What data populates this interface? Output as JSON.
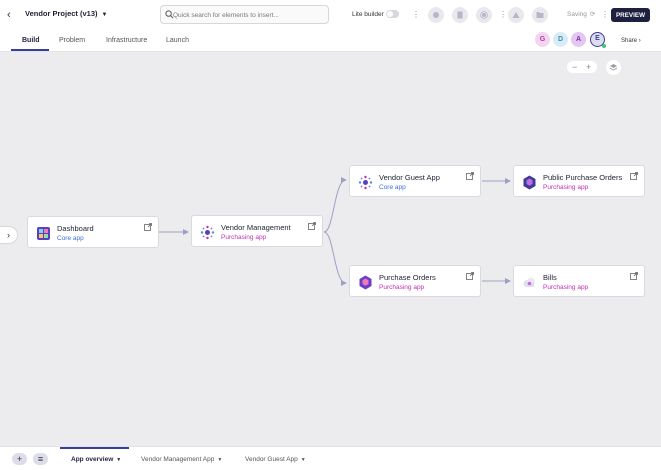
{
  "header": {
    "project_title": "Vendor Project (v13)",
    "search_placeholder": "Quick search for elements to insert...",
    "lite_builder_label": "Lite builder",
    "saving_label": "Saving",
    "preview_label": "PREVIEW"
  },
  "tabs": [
    {
      "label": "Build",
      "active": true
    },
    {
      "label": "Problem",
      "active": false
    },
    {
      "label": "Infrastructure",
      "active": false
    },
    {
      "label": "Launch",
      "active": false
    }
  ],
  "collaborators": [
    {
      "initial": "G",
      "color": "#f2d6ee",
      "text_color": "#b03aa3"
    },
    {
      "initial": "D",
      "color": "#d8ecf5",
      "text_color": "#3a8cb0"
    },
    {
      "initial": "A",
      "color": "#e4c6f2",
      "text_color": "#7a2fa6"
    },
    {
      "initial": "E",
      "color": "#dcdcef",
      "text_color": "#3a3d9a"
    }
  ],
  "share_label": "Share",
  "nodes": [
    {
      "id": "dashboard",
      "title": "Dashboard",
      "subtitle": "Core app",
      "icon": "grid-app-icon"
    },
    {
      "id": "vendor-management",
      "title": "Vendor Management",
      "subtitle": "Purchasing app",
      "icon": "network-icon"
    },
    {
      "id": "vendor-guest-app",
      "title": "Vendor Guest App",
      "subtitle": "Core app",
      "icon": "network-icon"
    },
    {
      "id": "purchase-orders",
      "title": "Purchase Orders",
      "subtitle": "Purchasing app",
      "icon": "hexagon-icon"
    },
    {
      "id": "public-purchase-orders",
      "title": "Public Purchase Orders",
      "subtitle": "Purchasing app",
      "icon": "hexagon-icon"
    },
    {
      "id": "bills",
      "title": "Bills",
      "subtitle": "Purchasing app",
      "icon": "cloud-icon"
    }
  ],
  "colors": {
    "core_app": "#3a6fd8",
    "purchasing_app": "#c02fb0",
    "accent": "#1e2040",
    "edge": "#9da0c4"
  },
  "bottom_tabs": [
    {
      "label": "App overview",
      "active": true
    },
    {
      "label": "Vendor Management App",
      "active": false
    },
    {
      "label": "Vendor Guest App",
      "active": false
    }
  ]
}
